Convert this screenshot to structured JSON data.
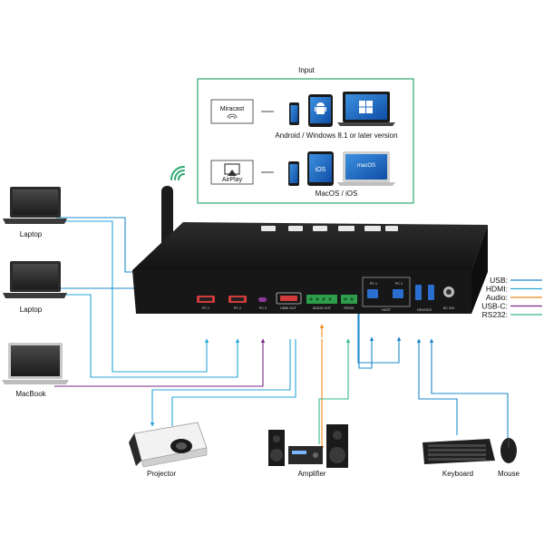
{
  "input_panel": {
    "title": "Input",
    "miracast_label": "Miracast",
    "airplay_label": "AirPlay",
    "android_caption": "Android / Windows 8.1 or later version",
    "mac_caption": "MacOS / iOS",
    "ios_screen_text": "iOS",
    "macos_screen_text": "macOS"
  },
  "devices": {
    "laptop1": "Laptop",
    "laptop2": "Laptop",
    "macbook": "MacBook",
    "projector": "Projector",
    "amplifier": "Amplifier",
    "keyboard": "Keyboard",
    "mouse": "Mouse"
  },
  "ports": {
    "pc1": "PC 1",
    "pc2": "PC 2",
    "pc3": "PC 3",
    "hdmi_out": "HDMI OUT",
    "audio_out": "AUDIO OUT",
    "rs232": "RS232",
    "host1": "PC 1",
    "host2": "PC 2",
    "host": "HOST",
    "devices": "DEVICES",
    "dc": "DC 24V"
  },
  "legend": [
    {
      "label": "USB:",
      "color": "#1e88c8"
    },
    {
      "label": "HDMI:",
      "color": "#26a6d6"
    },
    {
      "label": "Audio:",
      "color": "#f08a1c"
    },
    {
      "label": "USB-C:",
      "color": "#7a2a86"
    },
    {
      "label": "RS232:",
      "color": "#35b98c"
    }
  ],
  "colors": {
    "panel_border": "#2ea870",
    "device_body": "#1b1b1b",
    "usb": "#1e88c8",
    "hdmi": "#26a6d6",
    "audio": "#f08a1c",
    "usbc": "#7a2a86",
    "rs232": "#35b98c"
  },
  "icons": [
    "wifi-icon",
    "miracast-icon",
    "airplay-icon",
    "windows-icon",
    "android-icon",
    "macos-icon"
  ]
}
